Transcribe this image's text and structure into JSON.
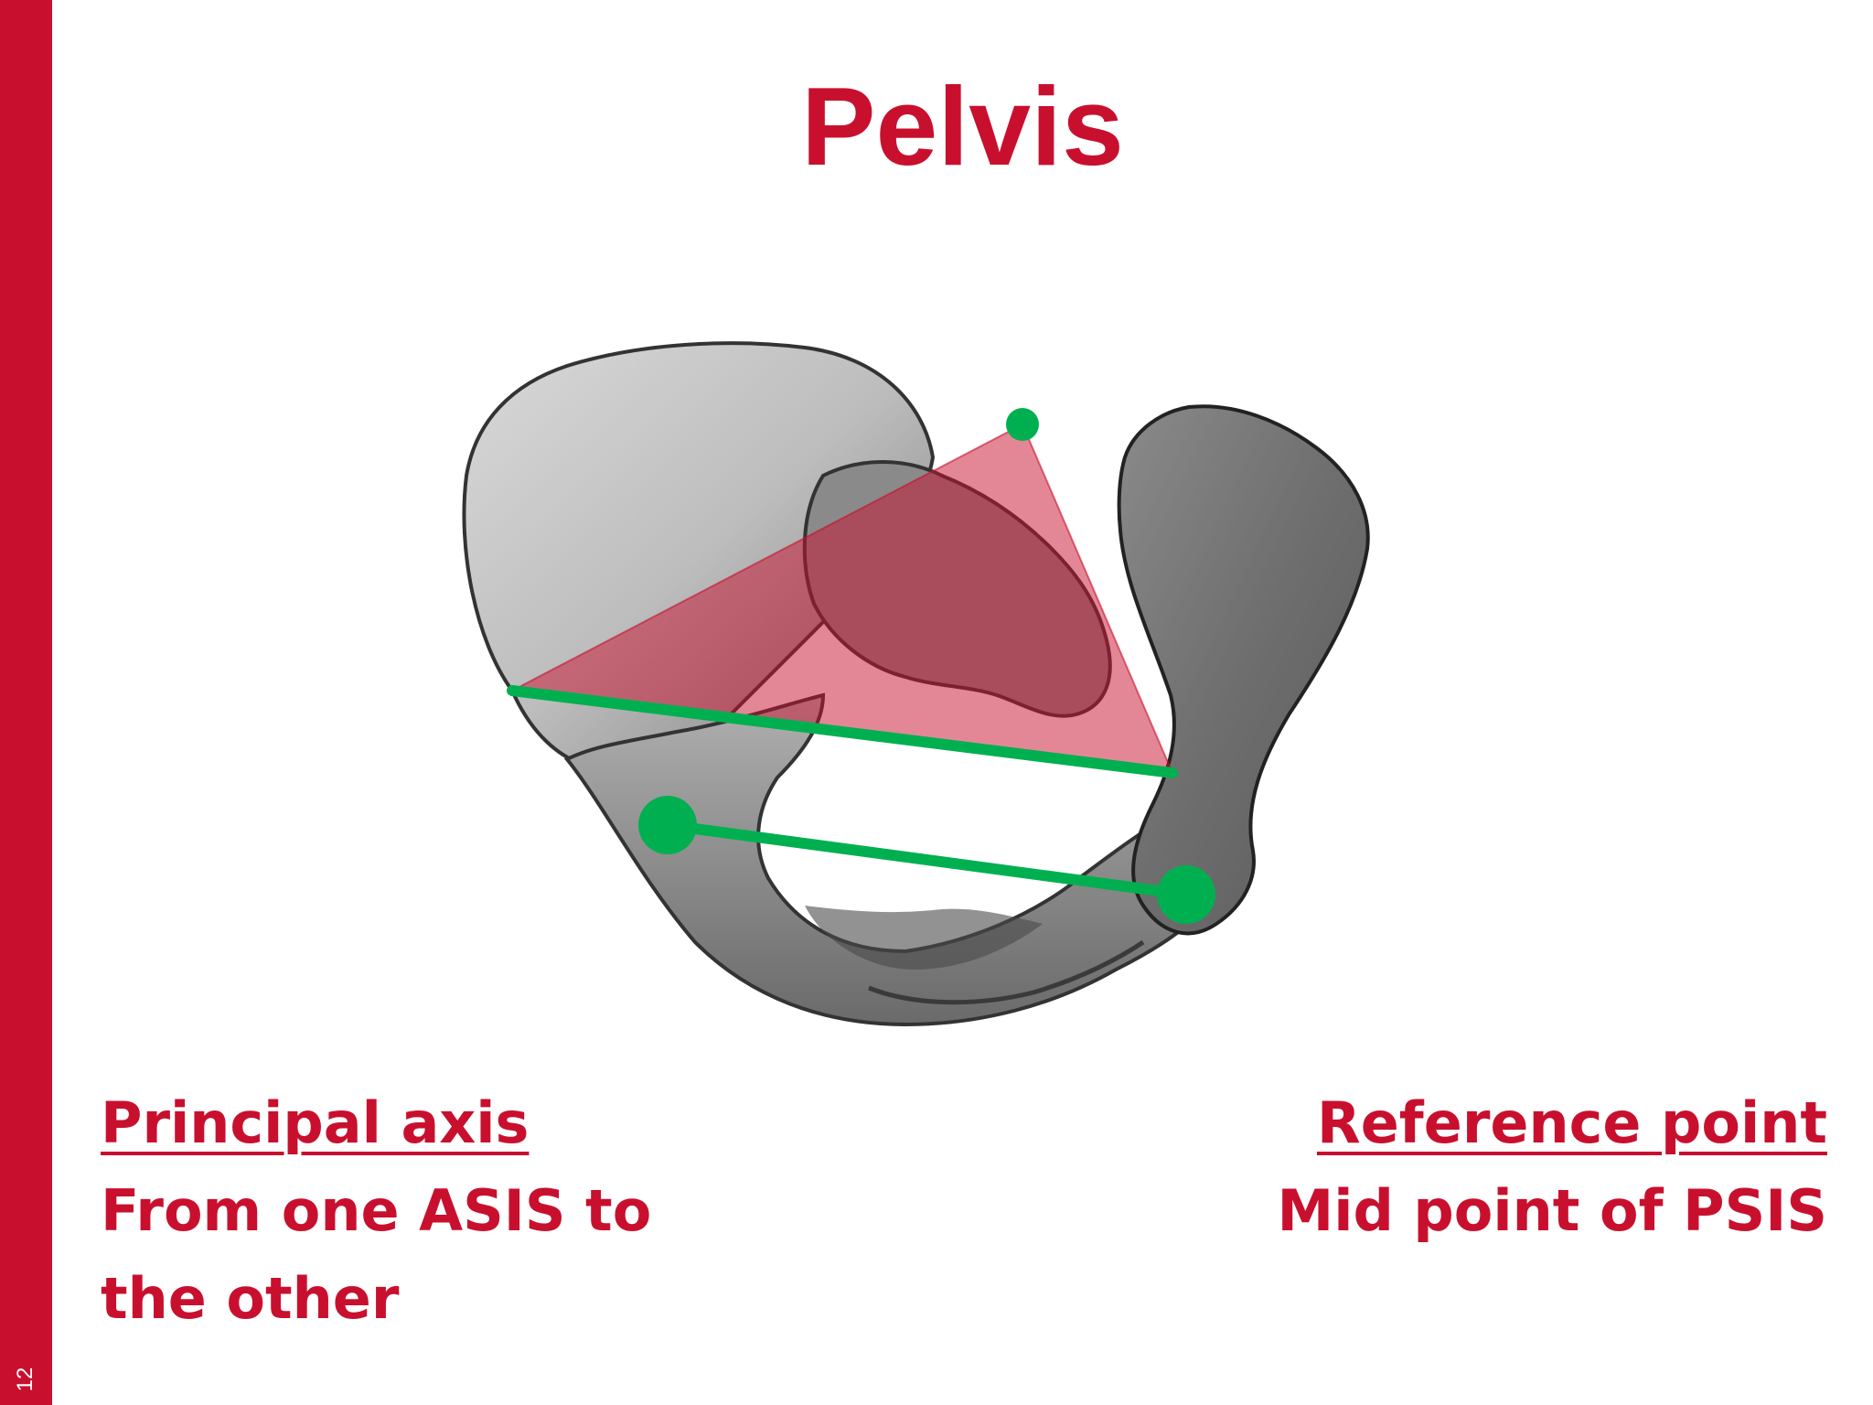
{
  "slide": {
    "number": "12",
    "title": "Pelvis",
    "accent_color": "#c8102e",
    "marker_color": "#00b050"
  },
  "captions": {
    "left": {
      "heading": "Principal axis",
      "body": "From one ASIS to the other"
    },
    "right": {
      "heading": "Reference point",
      "body": "Mid point of PSIS"
    }
  }
}
